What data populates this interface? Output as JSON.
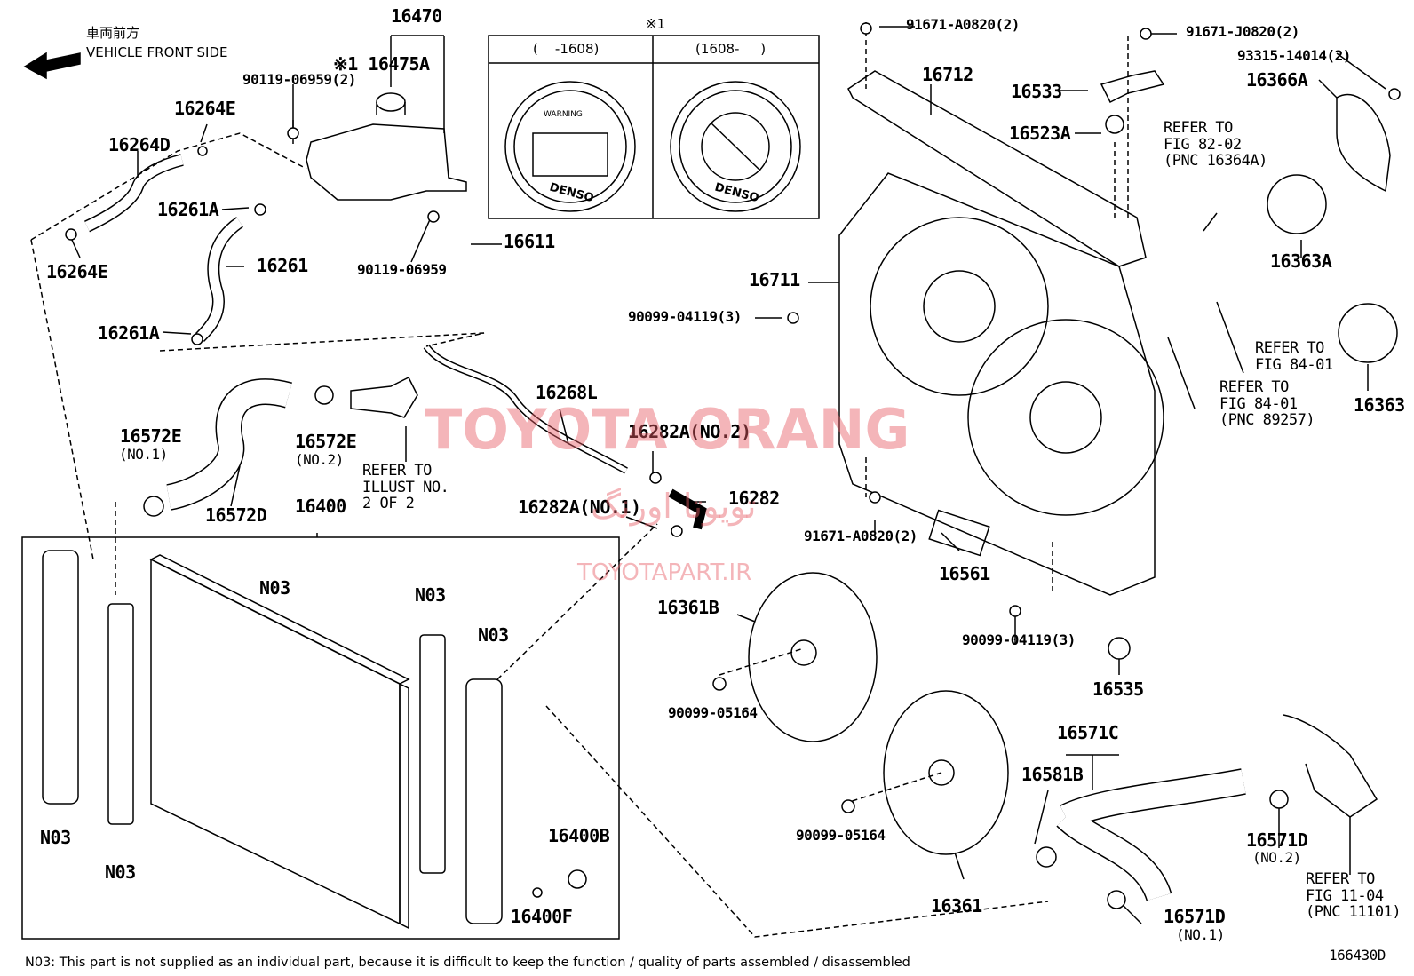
{
  "header": {
    "jp": "車両前方",
    "en": "VEHICLE FRONT SIDE"
  },
  "marker": "※1",
  "inset": {
    "left": "(    -1608)",
    "right": "(1608-     )",
    "cap_text": "WARNING",
    "brand": "DENSO"
  },
  "labels": {
    "p16470": "16470",
    "p16475A": "※1 16475A",
    "p90119a": "90119-06959(2)",
    "p16264E_top": "16264E",
    "p16264D": "16264D",
    "p16261A_top": "16261A",
    "p16264E_bot": "16264E",
    "p16261": "16261",
    "p16261A_bot": "16261A",
    "p16611": "16611",
    "p90119b": "90119-06959",
    "p16572E1": "16572E",
    "p16572E1n": "(NO.1)",
    "p16572E2": "16572E",
    "p16572E2n": "(NO.2)",
    "p16572D": "16572D",
    "p16268L": "16268L",
    "p16282A2": "16282A(NO.2)",
    "p16282": "16282",
    "p16282A1": "16282A(NO.1)",
    "p16400": "16400",
    "p16400B": "16400B",
    "p16400F": "16400F",
    "n03a": "N03",
    "n03b": "N03",
    "n03c": "N03",
    "n03d": "N03",
    "n03e": "N03",
    "p91671a": "91671-A0820(2)",
    "p16712": "16712",
    "p16711": "16711",
    "p90099a": "90099-04119(3)",
    "p91671b": "91671-A0820(2)",
    "p16561": "16561",
    "p90099b": "90099-04119(3)",
    "p16535": "16535",
    "p91671J": "91671-J0820(2)",
    "p16533": "16533",
    "p16523A": "16523A",
    "p93315": "93315-14014(2)",
    "p16366A": "16366A",
    "p16363A": "16363A",
    "p16363": "16363",
    "p16361B": "16361B",
    "p90099c": "90099-05164",
    "p90099d": "90099-05164",
    "p16361": "16361",
    "p16571C": "16571C",
    "p16581B": "16581B",
    "p16571D2": "16571D",
    "p16571D2n": "(NO.2)",
    "p16571D1": "16571D",
    "p16571D1n": "(NO.1)",
    "fig": "166430D"
  },
  "refs": {
    "illust": "REFER TO\nILLUST NO.\n2 OF 2",
    "fig8202": "REFER TO\nFIG 82-02\n(PNC 16364A)",
    "fig8401a": "REFER TO\nFIG 84-01",
    "fig8401b": "REFER TO\nFIG 84-01\n(PNC 89257)",
    "fig1104": "REFER TO\nFIG 11-04\n(PNC 11101)"
  },
  "watermark": {
    "main": "TOYOTA ORANG",
    "fa": "تویوتا اورنگ",
    "site": "TOYOTAPART.IR"
  },
  "footnote": "N03: This part is not supplied as an individual part, because it is difficult to keep the function / quality of parts assembled / disassembled"
}
